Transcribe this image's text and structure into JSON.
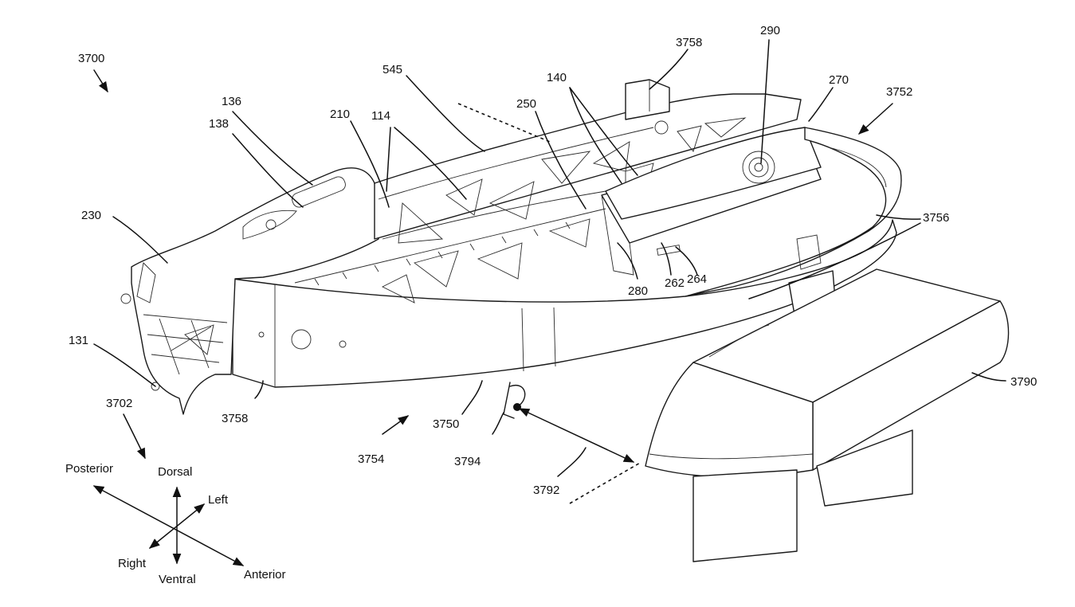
{
  "figure": {
    "labels": {
      "l3700": "3700",
      "l136": "136",
      "l138": "138",
      "l210": "210",
      "l114": "114",
      "l545": "545",
      "l140": "140",
      "l250": "250",
      "l3758_top": "3758",
      "l290": "290",
      "l270": "270",
      "l3752": "3752",
      "l230": "230",
      "l3756": "3756",
      "l262": "262",
      "l264": "264",
      "l280": "280",
      "l131": "131",
      "l3758_bottom": "3758",
      "l3702": "3702",
      "l3750": "3750",
      "l3754": "3754",
      "l3794": "3794",
      "l3792": "3792",
      "l3790": "3790"
    },
    "orientation": {
      "posterior": "Posterior",
      "dorsal": "Dorsal",
      "left": "Left",
      "right": "Right",
      "ventral": "Ventral",
      "anterior": "Anterior"
    }
  }
}
